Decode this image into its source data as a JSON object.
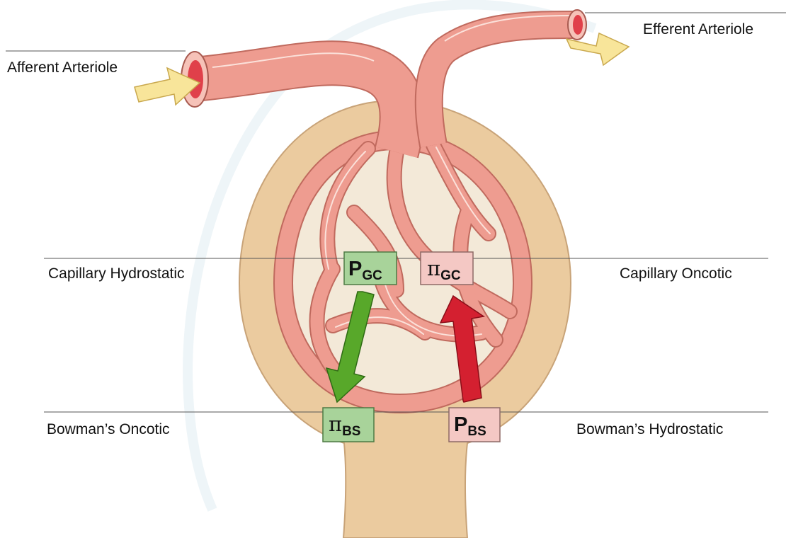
{
  "labels": {
    "afferent": "Afferent Arteriole",
    "efferent": "Efferent Arteriole",
    "capillary_hydrostatic": "Capillary Hydrostatic",
    "capillary_oncotic": "Capillary Oncotic",
    "bowmans_oncotic": "Bowman’s Oncotic",
    "bowmans_hydrostatic": "Bowman’s Hydrostatic"
  },
  "boxes": {
    "p_gc": {
      "symbol": "P",
      "subscript": "GC"
    },
    "pi_gc": {
      "symbol": "π",
      "subscript": "GC"
    },
    "pi_bs": {
      "symbol": "π",
      "subscript": "BS"
    },
    "p_bs": {
      "symbol": "P",
      "subscript": "BS"
    }
  },
  "colors": {
    "capsule": "#EBCB9F",
    "capsule_edge": "#C8A378",
    "vessel": "#EE9C90",
    "vessel_edge": "#C06A5E",
    "lumen": "#E0404A",
    "flow_arrow": "#F8E59A",
    "green_box": "#A8D39A",
    "pink_box": "#F4C8C4",
    "green_arrow": "#58A82A",
    "red_arrow": "#D42030"
  }
}
